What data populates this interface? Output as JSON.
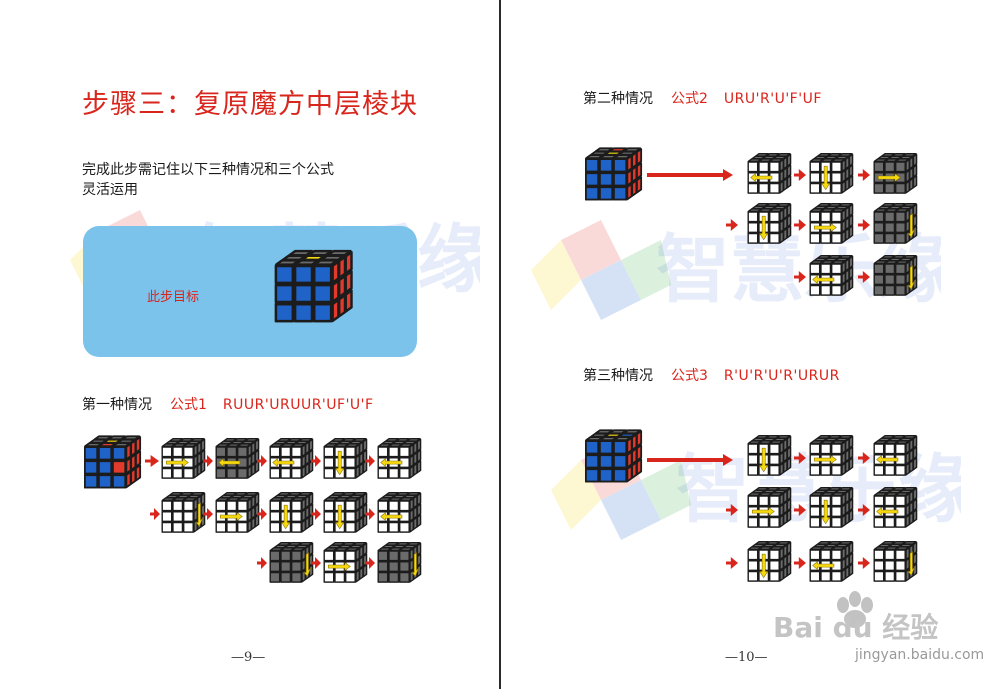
{
  "left_page": {
    "title": "步骤三：复原魔方中层棱块",
    "intro_lines": [
      "完成此步需记住以下三种情况和三个公式",
      "灵活运用"
    ],
    "goal_label": "此步目标",
    "case1": {
      "label": "第一种情况",
      "formula_name": "公式1",
      "moves": "RUUR'URUUR'UF'U'F"
    },
    "page_number": "—9—",
    "watermark_text": "智慧乐缘"
  },
  "right_page": {
    "case2": {
      "label": "第二种情况",
      "formula_name": "公式2",
      "moves": "URU'R'U'F'UF"
    },
    "case3": {
      "label": "第三种情况",
      "formula_name": "公式3",
      "moves": "R'U'R'U'R'URUR"
    },
    "page_number": "—10—",
    "watermark_text": "智慧乐缘"
  },
  "brand_watermark": {
    "logo": "Bai du 经验",
    "url": "jingyan.baidu.com"
  },
  "colors": {
    "accent_red": "#d9261c",
    "goal_box": "#7cc3ec",
    "cube_blue": "#1f63c9",
    "cube_red": "#e23a2c",
    "cube_yellow": "#f5d80f",
    "cube_gray": "#6b6b6b",
    "cube_white": "#ffffff"
  },
  "icons": {
    "cube": "rubiks-cube-icon",
    "step_arrow": "red-arrow-icon",
    "move_arrow": "yellow-arrow-icon",
    "logo": "paw-logo-icon"
  }
}
